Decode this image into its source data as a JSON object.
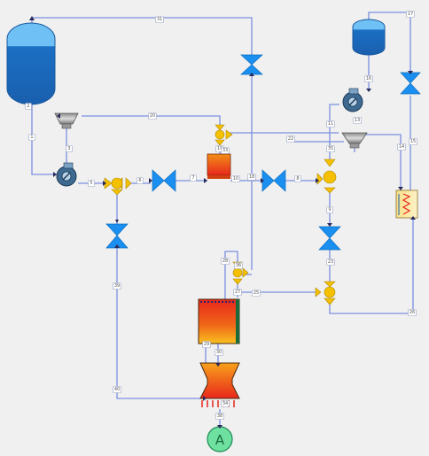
{
  "stream_labels": [
    "1",
    "2",
    "3",
    "5",
    "6",
    "7",
    "8",
    "9",
    "10",
    "11",
    "13",
    "14",
    "15",
    "16",
    "17",
    "18",
    "19",
    "20",
    "22",
    "23",
    "25",
    "26",
    "27",
    "28",
    "29",
    "30",
    "31",
    "33",
    "34",
    "35",
    "36",
    "38",
    "39",
    "40"
  ],
  "generator_symbol": "A",
  "colors": {
    "pipe": "#7b8fe0",
    "tank_blue": "#1b6fc4",
    "valve_blue": "#1a8ff0",
    "splitter_yellow": "#f5c000",
    "heater_red": "#e8261c",
    "generator_green": "#6ee0a0"
  },
  "icons": [
    "tank",
    "control-valve",
    "pump",
    "splitter",
    "compressor",
    "turbine",
    "heat-exchanger",
    "boiler",
    "generator"
  ]
}
